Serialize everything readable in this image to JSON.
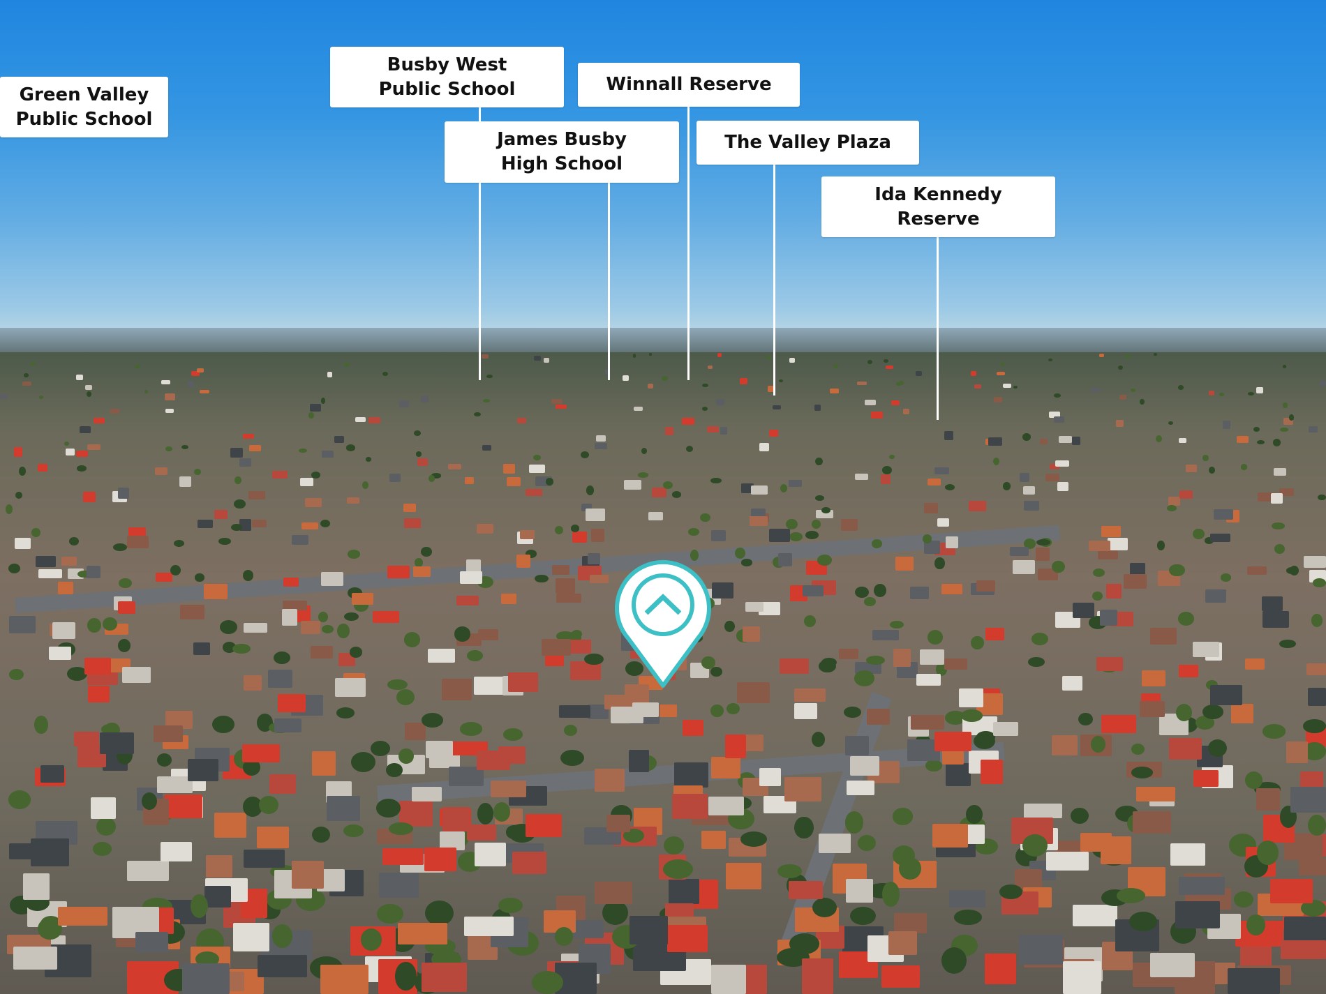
{
  "labels": [
    {
      "id": "green-valley",
      "text": "Green Valley\nPublic School"
    },
    {
      "id": "busby-west",
      "text": "Busby West\nPublic School"
    },
    {
      "id": "winnall",
      "text": "Winnall Reserve"
    },
    {
      "id": "james-busby",
      "text": "James Busby\nHigh School"
    },
    {
      "id": "valley-plaza",
      "text": "The Valley Plaza"
    },
    {
      "id": "ida-kennedy",
      "text": "Ida Kennedy\nReserve"
    }
  ],
  "pin": {
    "icon": "house-chevron-icon",
    "color": "#3dbfc6"
  },
  "colors": {
    "label_bg": "#ffffff",
    "label_text": "#111111",
    "sky_top": "#1f86e0"
  }
}
